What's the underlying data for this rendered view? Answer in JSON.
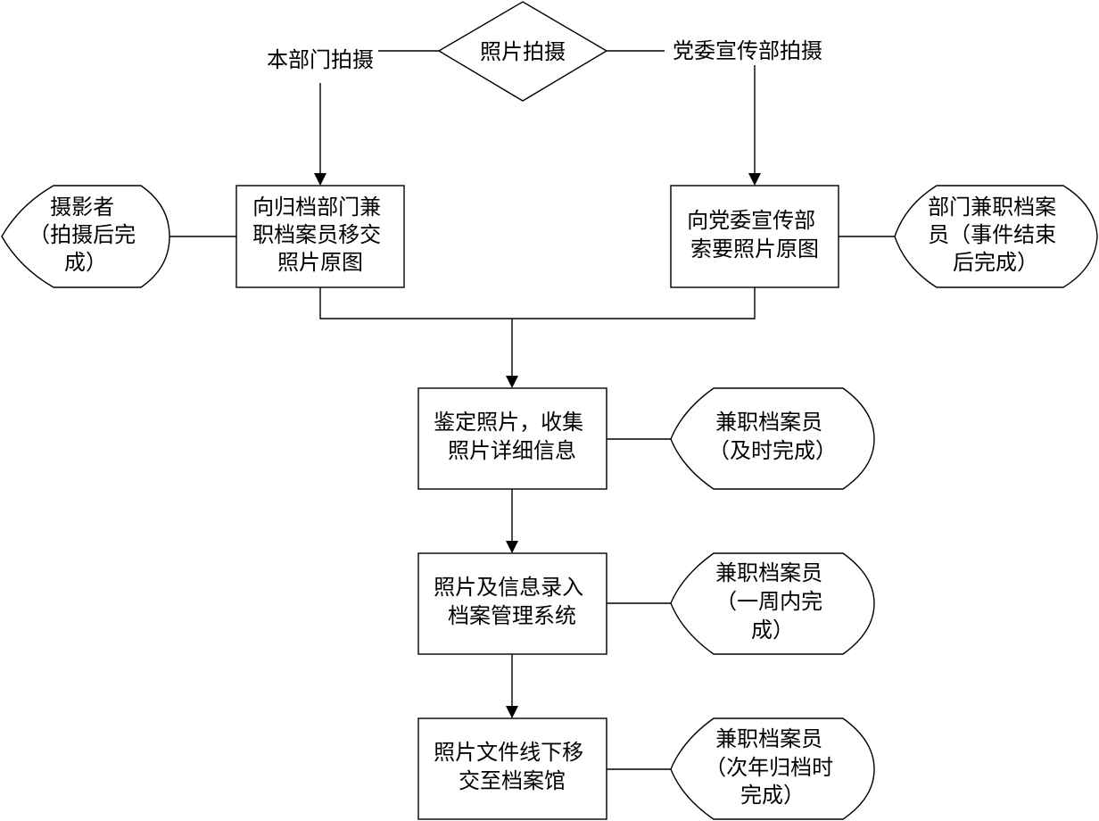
{
  "diagram": {
    "decision": "照片拍摄",
    "branch_left": "本部门拍摄",
    "branch_right": "党委宣传部拍摄",
    "step1_left": [
      "向归档部门兼",
      "职档案员移交",
      "照片原图"
    ],
    "step1_right": [
      "向党委宣传部",
      "索要照片原图"
    ],
    "actor1_left": [
      "摄影者",
      "（拍摄后完",
      "成）"
    ],
    "actor1_right": [
      "部门兼职档案",
      "员（事件结束",
      "后完成）"
    ],
    "step2": [
      "鉴定照片，收集",
      "照片详细信息"
    ],
    "actor2": [
      "兼职档案员",
      "（及时完成）"
    ],
    "step3": [
      "照片及信息录入",
      "档案管理系统"
    ],
    "actor3": [
      "兼职档案员",
      "（一周内完",
      "成）"
    ],
    "step4": [
      "照片文件线下移",
      "交至档案馆"
    ],
    "actor4": [
      "兼职档案员",
      "（次年归档时",
      "完成）"
    ]
  }
}
